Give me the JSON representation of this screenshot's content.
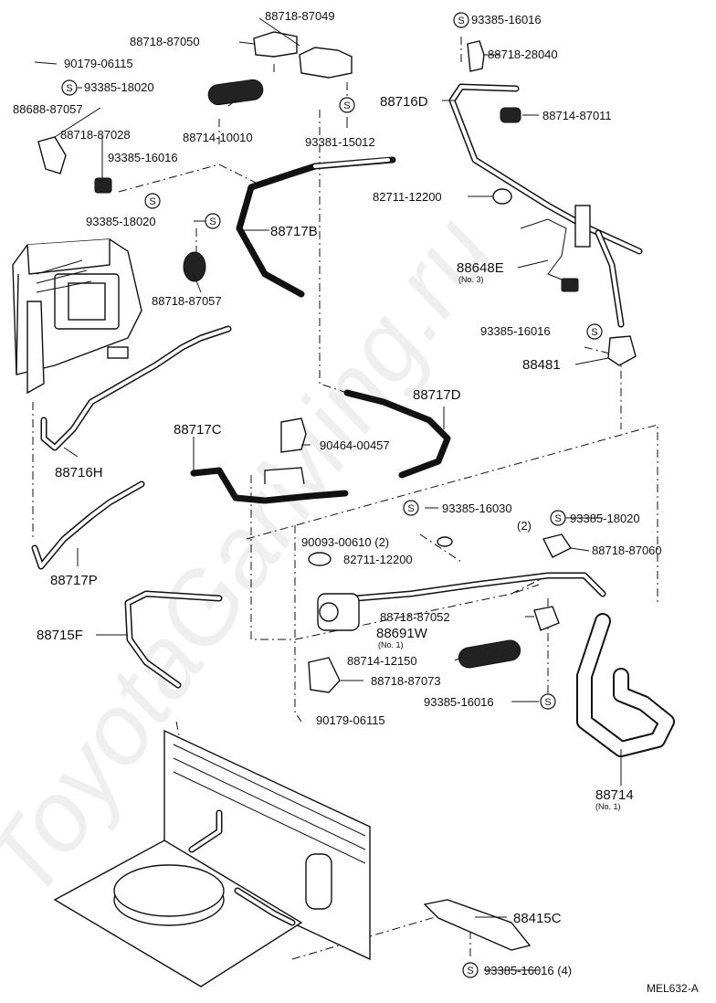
{
  "watermark": "ToyotaGarMing.ru",
  "diagram_code": "MEL632-A",
  "labels": {
    "p88718_87049": "88718-87049",
    "p88718_87050": "88718-87050",
    "p90179_06115_top": "90179-06115",
    "p93385_18020_a": "93385-18020",
    "p88688_87057": "88688-87057",
    "p88718_87028": "88718-87028",
    "p88714_10010": "88714-10010",
    "p93381_15012": "93381-15012",
    "p93385_16016_a": "93385-16016",
    "p93385_18020_b": "93385-18020",
    "p88718_87057": "88718-87057",
    "p88717B": "88717B",
    "p93385_16016_b": "93385-16016",
    "p88718_28040": "88718-28040",
    "p88716D": "88716D",
    "p88714_87011": "88714-87011",
    "p82711_12200_a": "82711-12200",
    "p88648E": "88648E",
    "p88648E_no": "(No. 3)",
    "p93385_16016_c": "93385-16016",
    "p88481": "88481",
    "p88717D": "88717D",
    "p88717C": "88717C",
    "p90464_00457": "90464-00457",
    "p88716H": "88716H",
    "p88717P": "88717P",
    "p93385_16030": "93385-16030",
    "p93385_16030_qty": "(2)",
    "p93385_18020_c": "93385-18020",
    "p90093_00610": "90093-00610 (2)",
    "p82711_12200_b": "82711-12200",
    "p88718_87060": "88718-87060",
    "p88718_87052": "88718-87052",
    "p88691W": "88691W",
    "p88691W_no": "(No. 1)",
    "p88714_12150": "88714-12150",
    "p88718_87073": "88718-87073",
    "p93385_16016_d": "93385-16016",
    "p90179_06115_bot": "90179-06115",
    "p88715F": "88715F",
    "p88714": "88714",
    "p88714_no": "(No. 1)",
    "p88415C": "88415C",
    "p93385_16016_e": "93385-16016 (4)"
  },
  "symbols": {
    "s": "S"
  }
}
